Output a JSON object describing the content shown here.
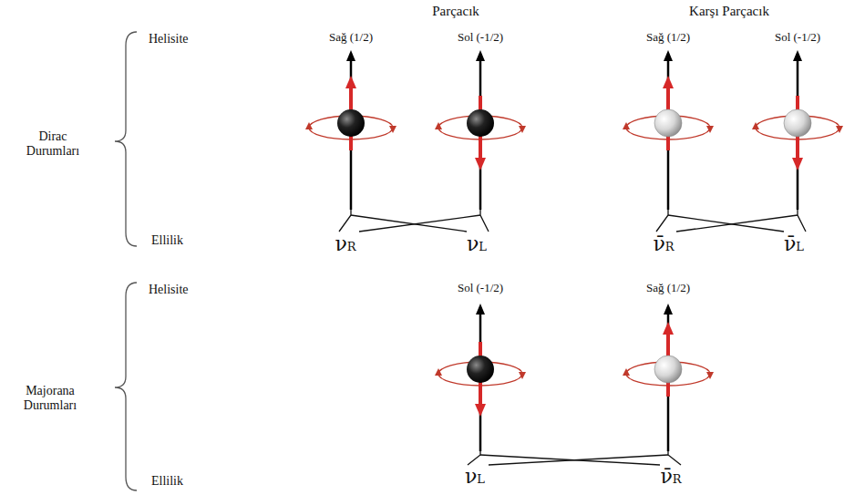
{
  "diagram": {
    "labels": [
      "Parçacık",
      "Karşı Parçacık",
      "Helisite",
      "Sağ (1/2)",
      "Sol (-1/2)",
      "Sağ (1/2)",
      "Sol (-1/2)",
      "Dirac Durumları",
      "Ellilik",
      "νR",
      "νL",
      "ν̄R",
      "ν̄L",
      "Helisite",
      "Sol (-1/2)",
      "Sağ (1/2)",
      "Majorana Durumları",
      "Ellilik",
      "νL",
      "ν̄R"
    ]
  }
}
